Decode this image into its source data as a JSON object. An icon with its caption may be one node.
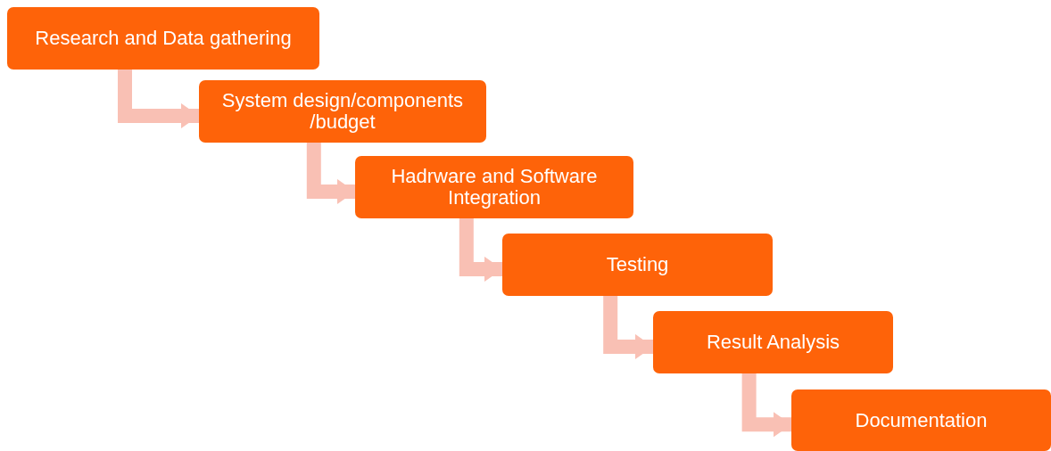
{
  "diagram": {
    "nodes": [
      {
        "text": [
          "Research and Data gathering"
        ]
      },
      {
        "text": [
          "System design/components /budget"
        ]
      },
      {
        "text": [
          "Hadrware and Software Integration"
        ]
      },
      {
        "text": [
          "Testing"
        ]
      },
      {
        "text": [
          "Result Analysis"
        ]
      },
      {
        "text": [
          "Documentation"
        ]
      }
    ],
    "edges": [
      {
        "from": 0,
        "to": 1,
        "arrow": "to"
      },
      {
        "from": 1,
        "to": 2,
        "arrow": "to"
      },
      {
        "from": 2,
        "to": 3,
        "arrow": "to"
      },
      {
        "from": 3,
        "to": 4,
        "arrow": "to"
      },
      {
        "from": 4,
        "to": 5,
        "arrow": "to"
      }
    ]
  }
}
